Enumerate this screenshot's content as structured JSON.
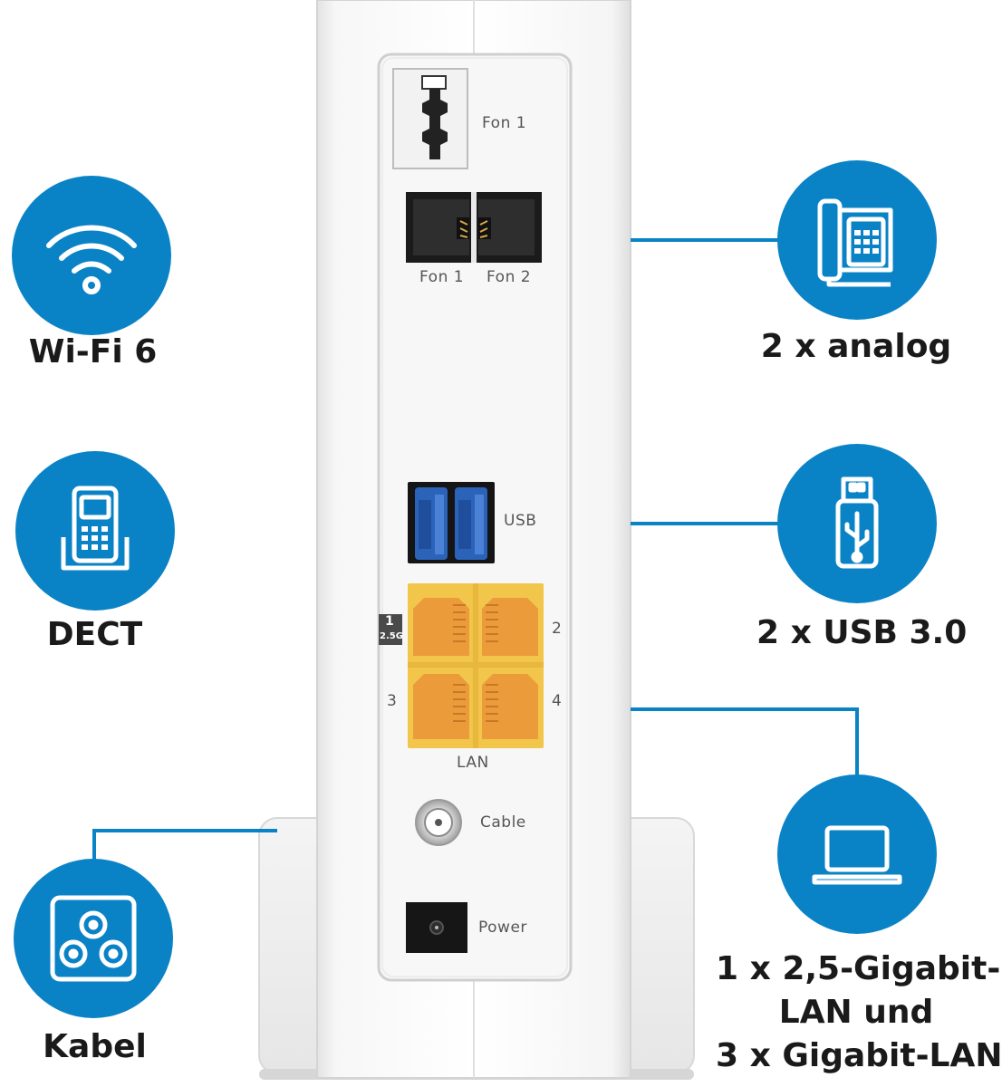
{
  "colors": {
    "accent": "#0a83c6",
    "port_yellow": "#f2c64a",
    "port_orange": "#ec9b3b",
    "usb_blue": "#2b63b9"
  },
  "features": [
    {
      "id": "wifi",
      "icon": "wifi-icon",
      "label": "Wi-Fi 6"
    },
    {
      "id": "dect",
      "icon": "dect-phone-icon",
      "label": "DECT"
    },
    {
      "id": "cable",
      "icon": "coax-socket-icon",
      "label": "Kabel"
    },
    {
      "id": "analog",
      "icon": "desk-phone-icon",
      "label": "2 x analog"
    },
    {
      "id": "usb",
      "icon": "usb-stick-icon",
      "label": "2 x USB 3.0"
    },
    {
      "id": "lan",
      "icon": "laptop-icon",
      "label_lines": [
        "1 x 2,5-Gigabit-",
        "LAN und",
        "3 x Gigabit-LAN"
      ]
    }
  ],
  "device": {
    "port_labels": {
      "fon1_tae": "Fon 1",
      "fon1_rj": "Fon 1",
      "fon2_rj": "Fon 2",
      "usb": "USB",
      "lan_1_num": "1",
      "lan_1_speed": "2.5G",
      "lan_2": "2",
      "lan_3": "3",
      "lan_4": "4",
      "lan": "LAN",
      "cable": "Cable",
      "power": "Power"
    }
  }
}
